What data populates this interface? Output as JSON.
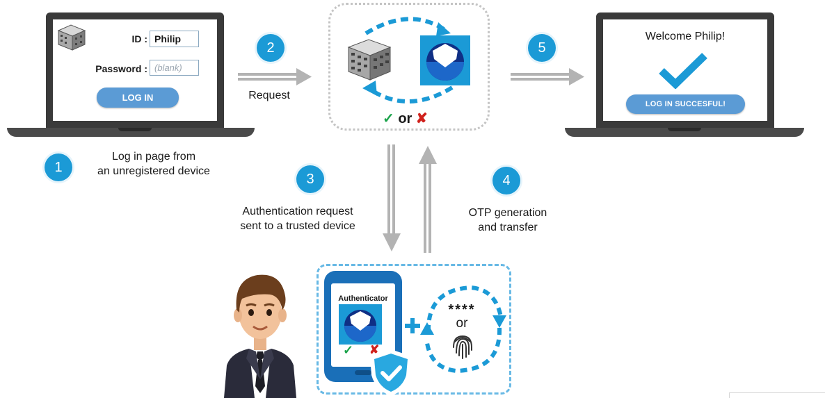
{
  "login_panel": {
    "id_label": "ID :",
    "id_value": "Philip",
    "password_label": "Password :",
    "password_value": "(blank)",
    "login_button": "LOG IN"
  },
  "success_panel": {
    "welcome": "Welcome Philip!",
    "success_button": "LOG IN SUCCESFUL!"
  },
  "server": {
    "result_or": "or"
  },
  "steps": [
    {
      "num": "1",
      "text_line1": "Log in page from",
      "text_line2": "an unregistered device"
    },
    {
      "num": "2",
      "text_line1": "Request"
    },
    {
      "num": "3",
      "text_line1": "Authentication request",
      "text_line2": "sent to a trusted device"
    },
    {
      "num": "4",
      "text_line1": "OTP generation",
      "text_line2": "and transfer"
    },
    {
      "num": "5"
    }
  ],
  "phone": {
    "app_name": "Authenticator",
    "pin_mask": "****",
    "or_text": "or"
  },
  "colors": {
    "accent": "#1b9ad6",
    "button": "#5b9bd5",
    "check_green": "#1aa34a",
    "cross_red": "#d0211c",
    "arrow_gray": "#b3b3b3"
  }
}
